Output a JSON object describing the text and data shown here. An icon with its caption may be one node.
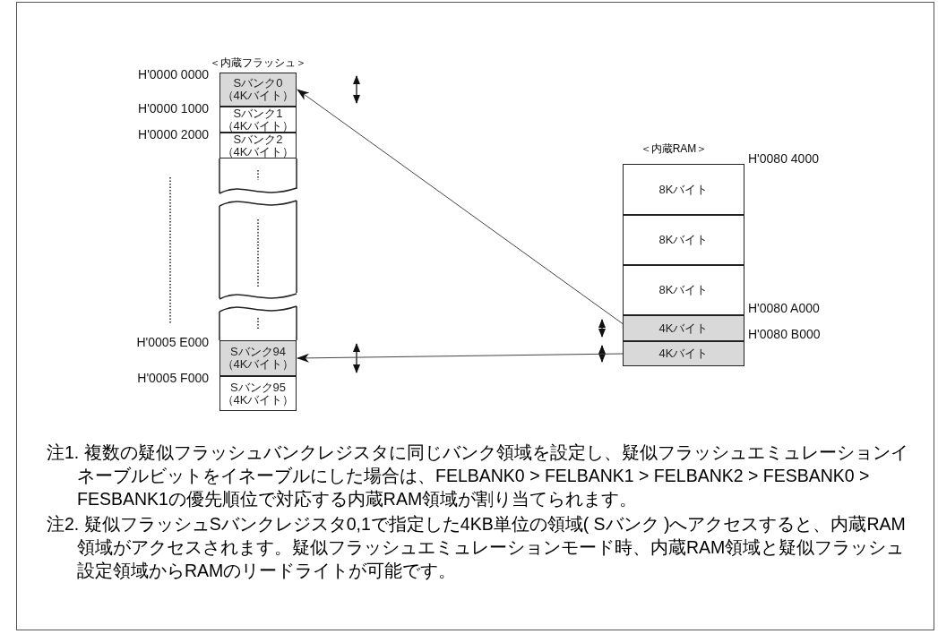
{
  "diagram": {
    "nodes": [
      {
        "text": [
          "Sバンク0",
          "（4Kバイト）"
        ],
        "beside": [
          "H'0000 0000"
        ]
      },
      {
        "text": [
          "Sバンク1",
          "（4Kバイト）"
        ],
        "beside": [
          "H'0000 1000"
        ]
      },
      {
        "text": [
          "Sバンク2",
          "（4Kバイト）"
        ],
        "beside": [
          "H'0000 2000"
        ]
      },
      {
        "text": [
          "Sバンク94",
          "（4Kバイト）"
        ],
        "beside": [
          "H'0005 E000"
        ]
      },
      {
        "text": [
          "Sバンク95",
          "（4Kバイト）"
        ],
        "beside": [
          "H'0005 F000"
        ]
      },
      {
        "text": [
          "8Kバイト"
        ],
        "beside": [
          "H'0080 4000"
        ]
      },
      {
        "text": [
          "8Kバイト"
        ]
      },
      {
        "text": [
          "8Kバイト"
        ]
      },
      {
        "text": [
          "4Kバイト"
        ],
        "beside": [
          "H'0080 A000"
        ]
      },
      {
        "text": [
          "4Kバイト"
        ],
        "beside": [
          "H'0080 B000"
        ]
      }
    ],
    "edges": [
      {
        "from": 8,
        "to": 0,
        "arrow": "to"
      },
      {
        "from": 9,
        "to": 3,
        "arrow": "to"
      }
    ],
    "labels": [
      "＜内蔵フラッシュ＞",
      "＜内蔵RAM＞",
      "注1. 複数の疑似フラッシュバンクレジスタに同じバンク領域を設定し、疑似フラッシュエミュレーションイネーブルビットをイネーブルにした場合は、FELBANK0 > FELBANK1 > FELBANK2 > FESBANK0 > FESBANK1の優先順位で対応する内蔵RAM領域が割り当てられます。",
      "注2. 疑似フラッシュSバンクレジスタ0,1で指定した4KB単位の領域( Sバンク )へアクセスすると、内蔵RAM領域がアクセスされます。疑似フラッシュエミュレーションモード時、内蔵RAM領域と疑似フラッシュ設定領域からRAMのリードライトが可能です。"
    ]
  }
}
